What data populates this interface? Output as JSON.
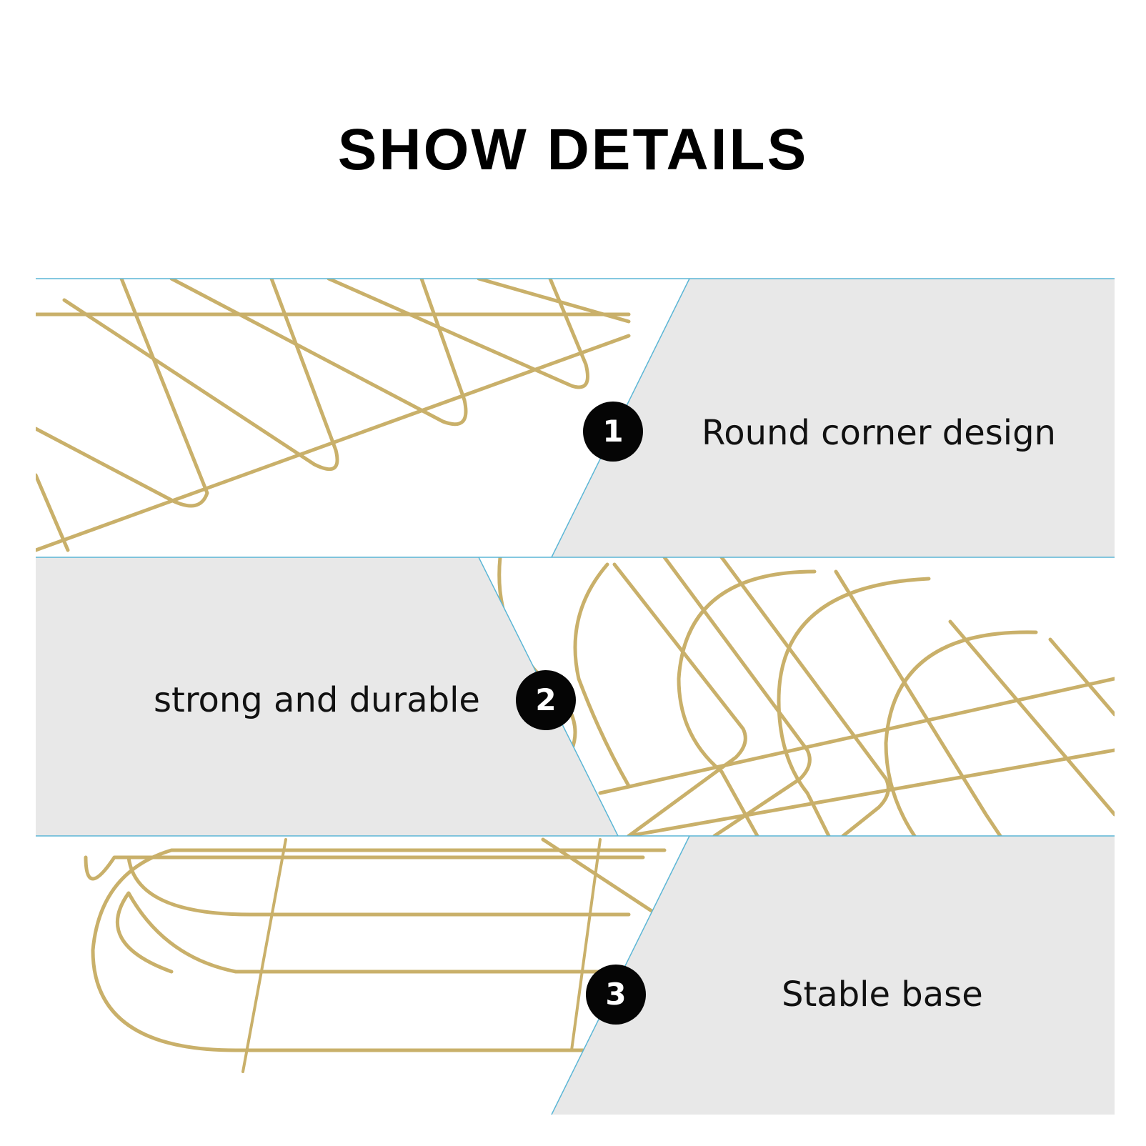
{
  "title": "SHOW DETAILS",
  "features": [
    {
      "number": "1",
      "label": "Round corner design"
    },
    {
      "number": "2",
      "label": "strong and durable"
    },
    {
      "number": "3",
      "label": "Stable base"
    }
  ],
  "colors": {
    "panel": "#e8e8e8",
    "divider": "#5bb6d6",
    "wire": "#c9b06a",
    "badge": "#050505"
  }
}
